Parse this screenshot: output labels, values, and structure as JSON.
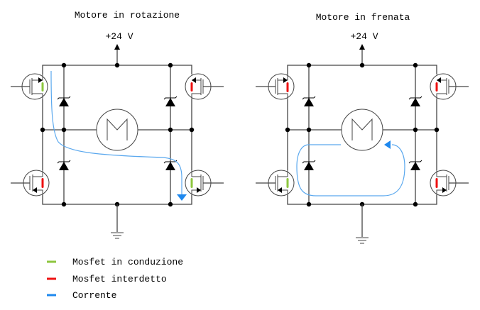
{
  "colors": {
    "conducting": "#8dc63f",
    "off": "#ee1111",
    "current": "#1e88ee",
    "wire": "#444444"
  },
  "circuits": [
    {
      "title": "Motore in rotazione",
      "supply_label": "+24 V",
      "motor_label": "M",
      "mosfets": {
        "top_left": "conducting",
        "top_right": "off",
        "bottom_left": "off",
        "bottom_right": "conducting"
      },
      "current_path": "top-left mosfet → across bridge → bottom-right mosfet"
    },
    {
      "title": "Motore in frenata",
      "supply_label": "+24 V",
      "motor_label": "M",
      "mosfets": {
        "top_left": "off",
        "top_right": "off",
        "bottom_left": "conducting",
        "bottom_right": "off"
      },
      "current_path": "recirculating loop through motor and low-side diode"
    }
  ],
  "legend": [
    {
      "label": "Mosfet in conduzione",
      "color_key": "conducting"
    },
    {
      "label": "Mosfet interdetto",
      "color_key": "off"
    },
    {
      "label": "Corrente",
      "color_key": "current"
    }
  ]
}
